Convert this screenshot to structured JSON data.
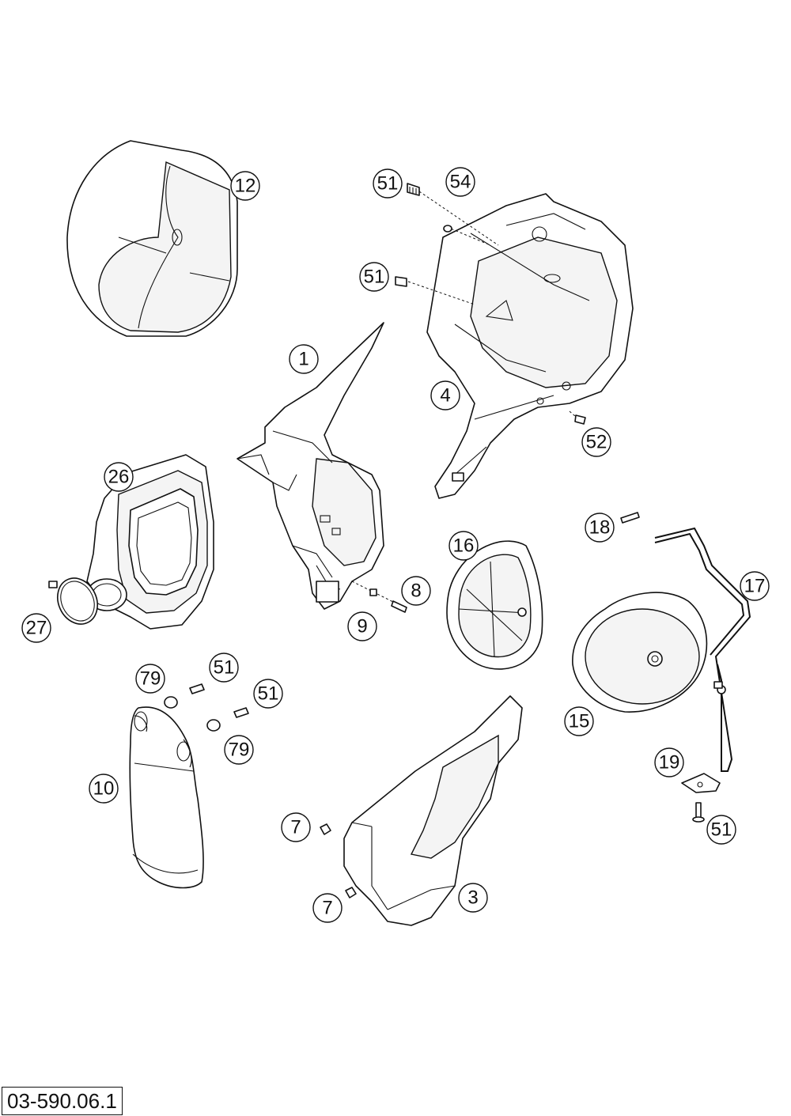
{
  "diagram": {
    "reference_number": "03-590.06.1",
    "callouts": {
      "c12": "12",
      "c51a": "51",
      "c54": "54",
      "c51b": "51",
      "c1": "1",
      "c4": "4",
      "c52": "52",
      "c26": "26",
      "c16": "16",
      "c18": "18",
      "c17": "17",
      "c8": "8",
      "c9": "9",
      "c27": "27",
      "c79a": "79",
      "c51c": "51",
      "c51d": "51",
      "c79b": "79",
      "c15": "15",
      "c10": "10",
      "c19": "19",
      "c7a": "7",
      "c51e": "51",
      "c3": "3",
      "c7b": "7"
    }
  }
}
